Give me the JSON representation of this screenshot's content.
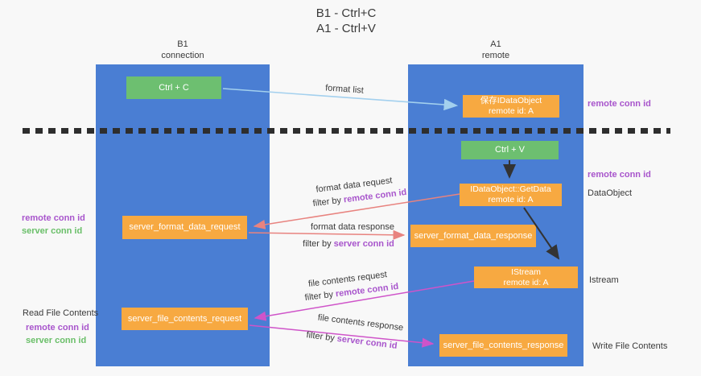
{
  "title": {
    "line1": "B1 - Ctrl+C",
    "line2": "A1 - Ctrl+V"
  },
  "columns": {
    "left": {
      "header_line1": "B1",
      "header_line2": "connection"
    },
    "right": {
      "header_line1": "A1",
      "header_line2": "remote"
    }
  },
  "nodes": {
    "ctrl_c": "Ctrl + C",
    "ctrl_v": "Ctrl + V",
    "save_dataobject_line1": "保存IDataObject",
    "save_dataobject_line2": "remote id: A",
    "getdata_line1": "IDataObject::GetData",
    "getdata_line2": "remote id: A",
    "istream_line1": "IStream",
    "istream_line2": "remote id: A",
    "server_format_data_request": "server_format_data_request",
    "server_format_data_response": "server_format_data_response",
    "server_file_contents_request": "server_file_contents_request",
    "server_file_contents_response": "server_file_contents_response"
  },
  "flows": {
    "format_list": {
      "label": "format list"
    },
    "format_data_request": {
      "label": "format data request",
      "filter_prefix": "filter by ",
      "filter_id": "remote conn id"
    },
    "format_data_response": {
      "label": "format data response",
      "filter_prefix": "filter by ",
      "filter_id": "server conn id"
    },
    "file_contents_request": {
      "label": "file contents request",
      "filter_prefix": "filter by ",
      "filter_id": "remote conn id"
    },
    "file_contents_response": {
      "label": "file contents response",
      "filter_prefix": "filter by ",
      "filter_id": "server conn id"
    }
  },
  "side_labels": {
    "right_conn_top": "remote conn id",
    "right_conn_mid": "remote conn id",
    "dataobject": "DataObject",
    "istream": "Istream",
    "write_file_contents": "Write File Contents",
    "left_format_remote": "remote conn id",
    "left_format_server": "server conn id",
    "read_file_contents": "Read File Contents",
    "left_file_remote": "remote conn id",
    "left_file_server": "server conn id"
  },
  "colors": {
    "background": "#f8f8f8",
    "column_blue": "#4a7ed3",
    "node_orange": "#f7a941",
    "node_green": "#6dbf70",
    "arrow_light_blue": "#a3d0ee",
    "arrow_salmon": "#e8837f",
    "arrow_magenta": "#cf54c9",
    "arrow_black": "#333333",
    "label_purple": "#a855cc",
    "label_green": "#6abf69"
  }
}
